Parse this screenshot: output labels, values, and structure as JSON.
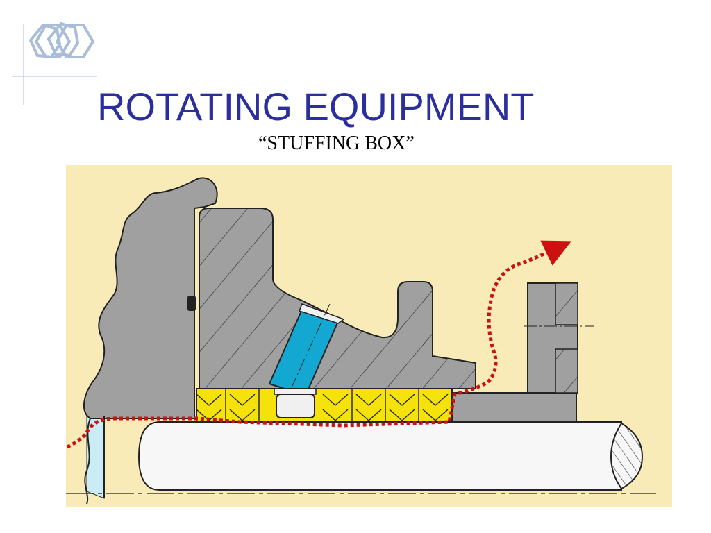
{
  "slide": {
    "title": "ROTATING EQUIPMENT",
    "subtitle": "“STUFFING BOX”"
  },
  "logo": {
    "icon": "double-hexagon-logo-icon",
    "color": "#a9bdd8"
  },
  "diagram": {
    "icon": "stuffing-box-cross-section",
    "colors": {
      "background": "#f8ebb8",
      "housing": "#a0a0a0",
      "packing": "#f4e20a",
      "lantern_ring": "#12a8d2",
      "shaft": "#f7f7f7",
      "leak_path": "#cc1111",
      "fluid": "#c9ecf5",
      "title": "#2b2f9e"
    }
  }
}
